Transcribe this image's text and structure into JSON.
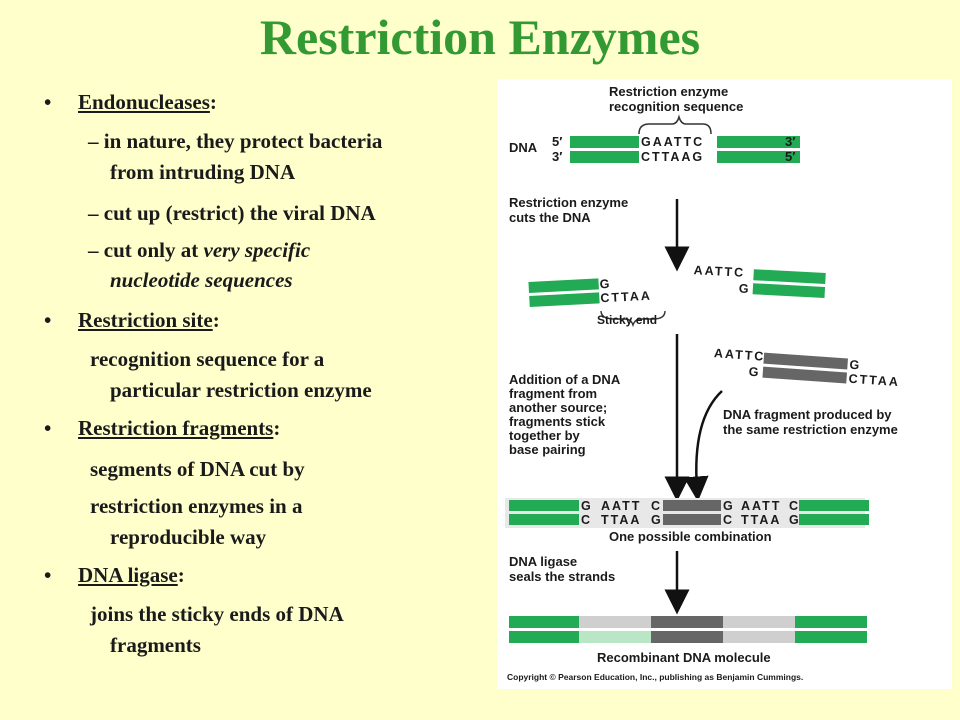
{
  "title": "Restriction Enzymes",
  "bullets": {
    "endo_head": "Endonucleases",
    "endo_sub1_l1": "– in nature, they protect bacteria",
    "endo_sub1_l2": "from intruding DNA",
    "endo_sub2": "– cut up (restrict) the viral DNA",
    "endo_sub3_pre": "– cut only at ",
    "endo_sub3_em": "very specific",
    "endo_sub3_l2": "nucleotide sequences",
    "site_head": "Restriction site",
    "site_l1": "recognition sequence for a",
    "site_l2": "particular restriction enzyme",
    "frag_head": "Restriction fragments",
    "frag_l1": "segments of DNA cut by",
    "frag_l2": "restriction enzymes in a",
    "frag_l3": "reproducible way",
    "ligase_head": "DNA ligase",
    "ligase_l1": "joins the sticky ends of DNA",
    "ligase_l2": "fragments",
    "colon": ":",
    "bullet_char": "•"
  },
  "figure": {
    "recog_l1": "Restriction enzyme",
    "recog_l2": "recognition sequence",
    "dna": "DNA",
    "five_prime": "5′",
    "three_prime": "3′",
    "top_seq": "GAATTC",
    "bottom_seq": "CTTAAG",
    "cuts_l1": "Restriction enzyme",
    "cuts_l2": "cuts the DNA",
    "left_top": "G",
    "left_bottom": "CTTAA",
    "right_top": "AATTC",
    "right_bottom": "G",
    "sticky_end": "Sticky end",
    "addition_l1": "Addition of a DNA",
    "addition_l2": "fragment from",
    "addition_l3": "another source;",
    "addition_l4": "fragments stick",
    "addition_l5": "together by",
    "addition_l6": "base pairing",
    "frag_top_left": "AATTC",
    "frag_top_right": "G",
    "frag_bot_left": "G",
    "frag_bot_right": "CTTAA",
    "produced_l1": "DNA fragment produced by",
    "produced_l2": "the same restriction enzyme",
    "combo_top": [
      "G",
      "AATT",
      "C",
      "G",
      "AATT",
      "C"
    ],
    "combo_bot": [
      "C",
      "TTAA",
      "G",
      "C",
      "TTAA",
      "G"
    ],
    "one_possible": "One possible combination",
    "ligase_l1": "DNA ligase",
    "ligase_l2": "seals the strands",
    "recombinant": "Recombinant DNA molecule",
    "copyright": "Copyright © Pearson Education, Inc., publishing as Benjamin Cummings."
  },
  "colors": {
    "title": "#339933",
    "green_strand": "#22aa55",
    "gray_strand": "#666666",
    "background": "#ffffcc"
  }
}
